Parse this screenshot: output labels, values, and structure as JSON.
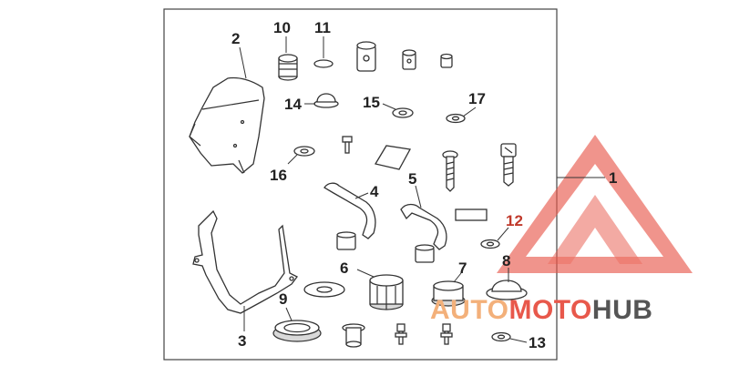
{
  "diagram": {
    "callouts": [
      {
        "id": "c1",
        "text": "1",
        "color": "#222222"
      },
      {
        "id": "c2",
        "text": "2",
        "color": "#222222"
      },
      {
        "id": "c3",
        "text": "3",
        "color": "#222222"
      },
      {
        "id": "c4",
        "text": "4",
        "color": "#222222"
      },
      {
        "id": "c5",
        "text": "5",
        "color": "#222222"
      },
      {
        "id": "c6",
        "text": "6",
        "color": "#222222"
      },
      {
        "id": "c7",
        "text": "7",
        "color": "#222222"
      },
      {
        "id": "c8",
        "text": "8",
        "color": "#222222"
      },
      {
        "id": "c9",
        "text": "9",
        "color": "#222222"
      },
      {
        "id": "c10",
        "text": "10",
        "color": "#222222"
      },
      {
        "id": "c11",
        "text": "11",
        "color": "#222222"
      },
      {
        "id": "c12",
        "text": "12",
        "color": "#b03a2e"
      },
      {
        "id": "c13",
        "text": "13",
        "color": "#222222"
      },
      {
        "id": "c14",
        "text": "14",
        "color": "#222222"
      },
      {
        "id": "c15",
        "text": "15",
        "color": "#222222"
      },
      {
        "id": "c16",
        "text": "16",
        "color": "#222222"
      },
      {
        "id": "c17",
        "text": "17",
        "color": "#222222"
      }
    ]
  },
  "watermark": {
    "part1": "AUTO",
    "part2": "MOTO",
    "part3": "HUB",
    "color_light": "#f3b07a",
    "color_red": "#e8584b",
    "color_dark": "#555555"
  }
}
